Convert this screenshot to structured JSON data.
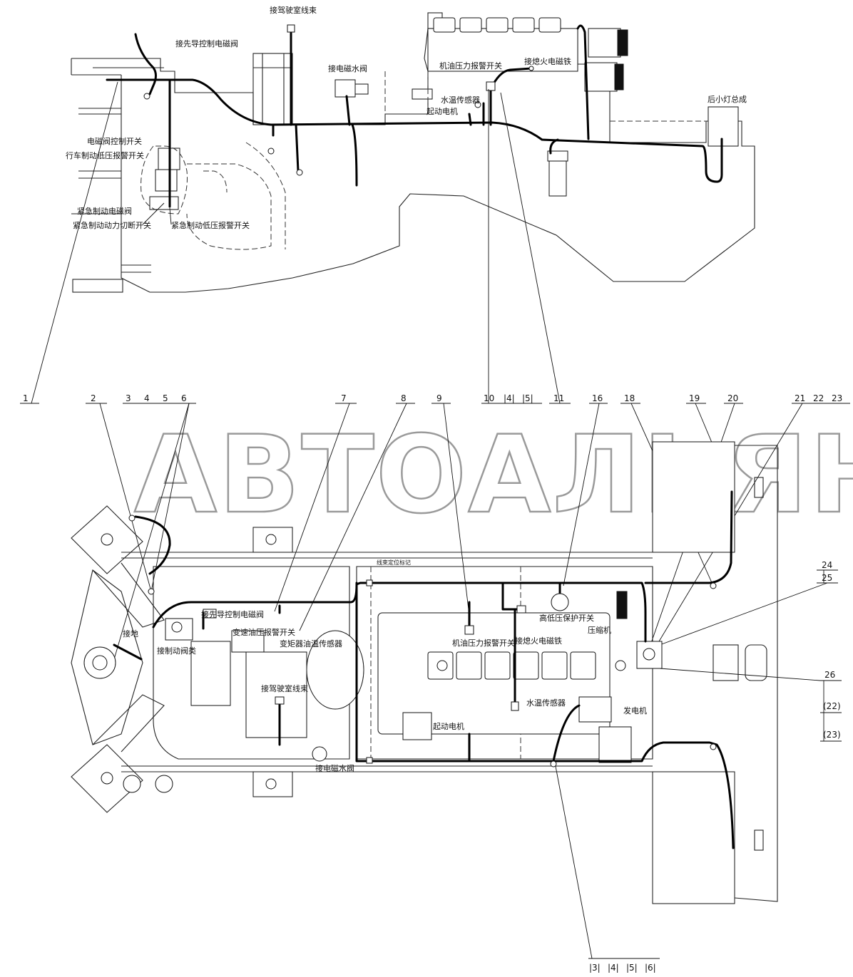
{
  "watermark": "АВТОАЛЬЯНС",
  "top_view": {
    "labels": {
      "cab_harness": "接驾驶室线束",
      "pilot_solenoid": "接先导控制电磁阀",
      "water_solenoid": "接电磁水阀",
      "oil_pressure_switch": "机油压力报警开关",
      "fuel_solenoid": "接熄火电磁铁",
      "water_temp_sensor": "水温传感器",
      "starter_motor": "起动电机",
      "rear_light": "后小灯总成",
      "solenoid_switch": "电磁阀控制开关",
      "service_brake_switch": "行车制动低压报警开关",
      "emergency_solenoid": "紧急制动电磁阀",
      "emergency_cutoff": "紧急制动动力切断开关",
      "emergency_low_pressure": "紧急制动低压报警开关"
    }
  },
  "callouts_top_row": [
    "1",
    "2",
    "3",
    "4",
    "5",
    "6",
    "7",
    "8",
    "9",
    "10",
    "|4|",
    "|5|",
    "11",
    "16",
    "18",
    "19",
    "20",
    "21",
    "22",
    "23"
  ],
  "callouts_right": [
    "24",
    "25",
    "26",
    "(22)",
    "(23)"
  ],
  "callouts_bottom": [
    "|3|",
    "|4|",
    "|5|",
    "|6|"
  ],
  "bottom_view": {
    "labels": {
      "harness_mark": "线束定位标记",
      "pilot_solenoid": "接先导控制电磁阀",
      "trans_oil_switch": "变速油压报警开关",
      "torque_conv_sensor": "变矩器油温传感器",
      "oil_pressure_switch": "机油压力报警开关",
      "fuel_solenoid": "接熄火电磁铁",
      "hl_pressure_switch": "高低压保护开关",
      "compressor": "压缩机",
      "ground": "接地",
      "brake_valve": "接制动阀类",
      "cab_harness": "接驾驶室线束",
      "water_temp_sensor": "水温传感器",
      "generator": "发电机",
      "starter_motor": "起动电机",
      "water_solenoid": "接电磁水阀"
    }
  }
}
